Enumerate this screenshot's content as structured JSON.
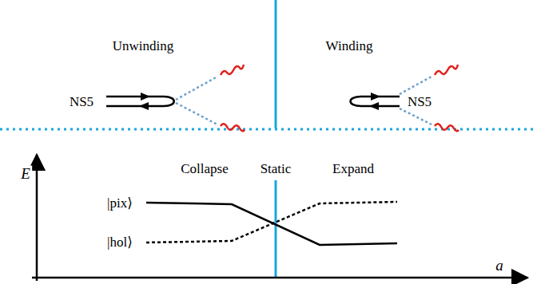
{
  "diagram": {
    "labels": [
      "Unwinding",
      "Winding",
      "NS5",
      "NS5",
      "E",
      "Collapse",
      "Static",
      "Expand",
      "|pix⟩",
      "|hol⟩",
      "a"
    ]
  }
}
